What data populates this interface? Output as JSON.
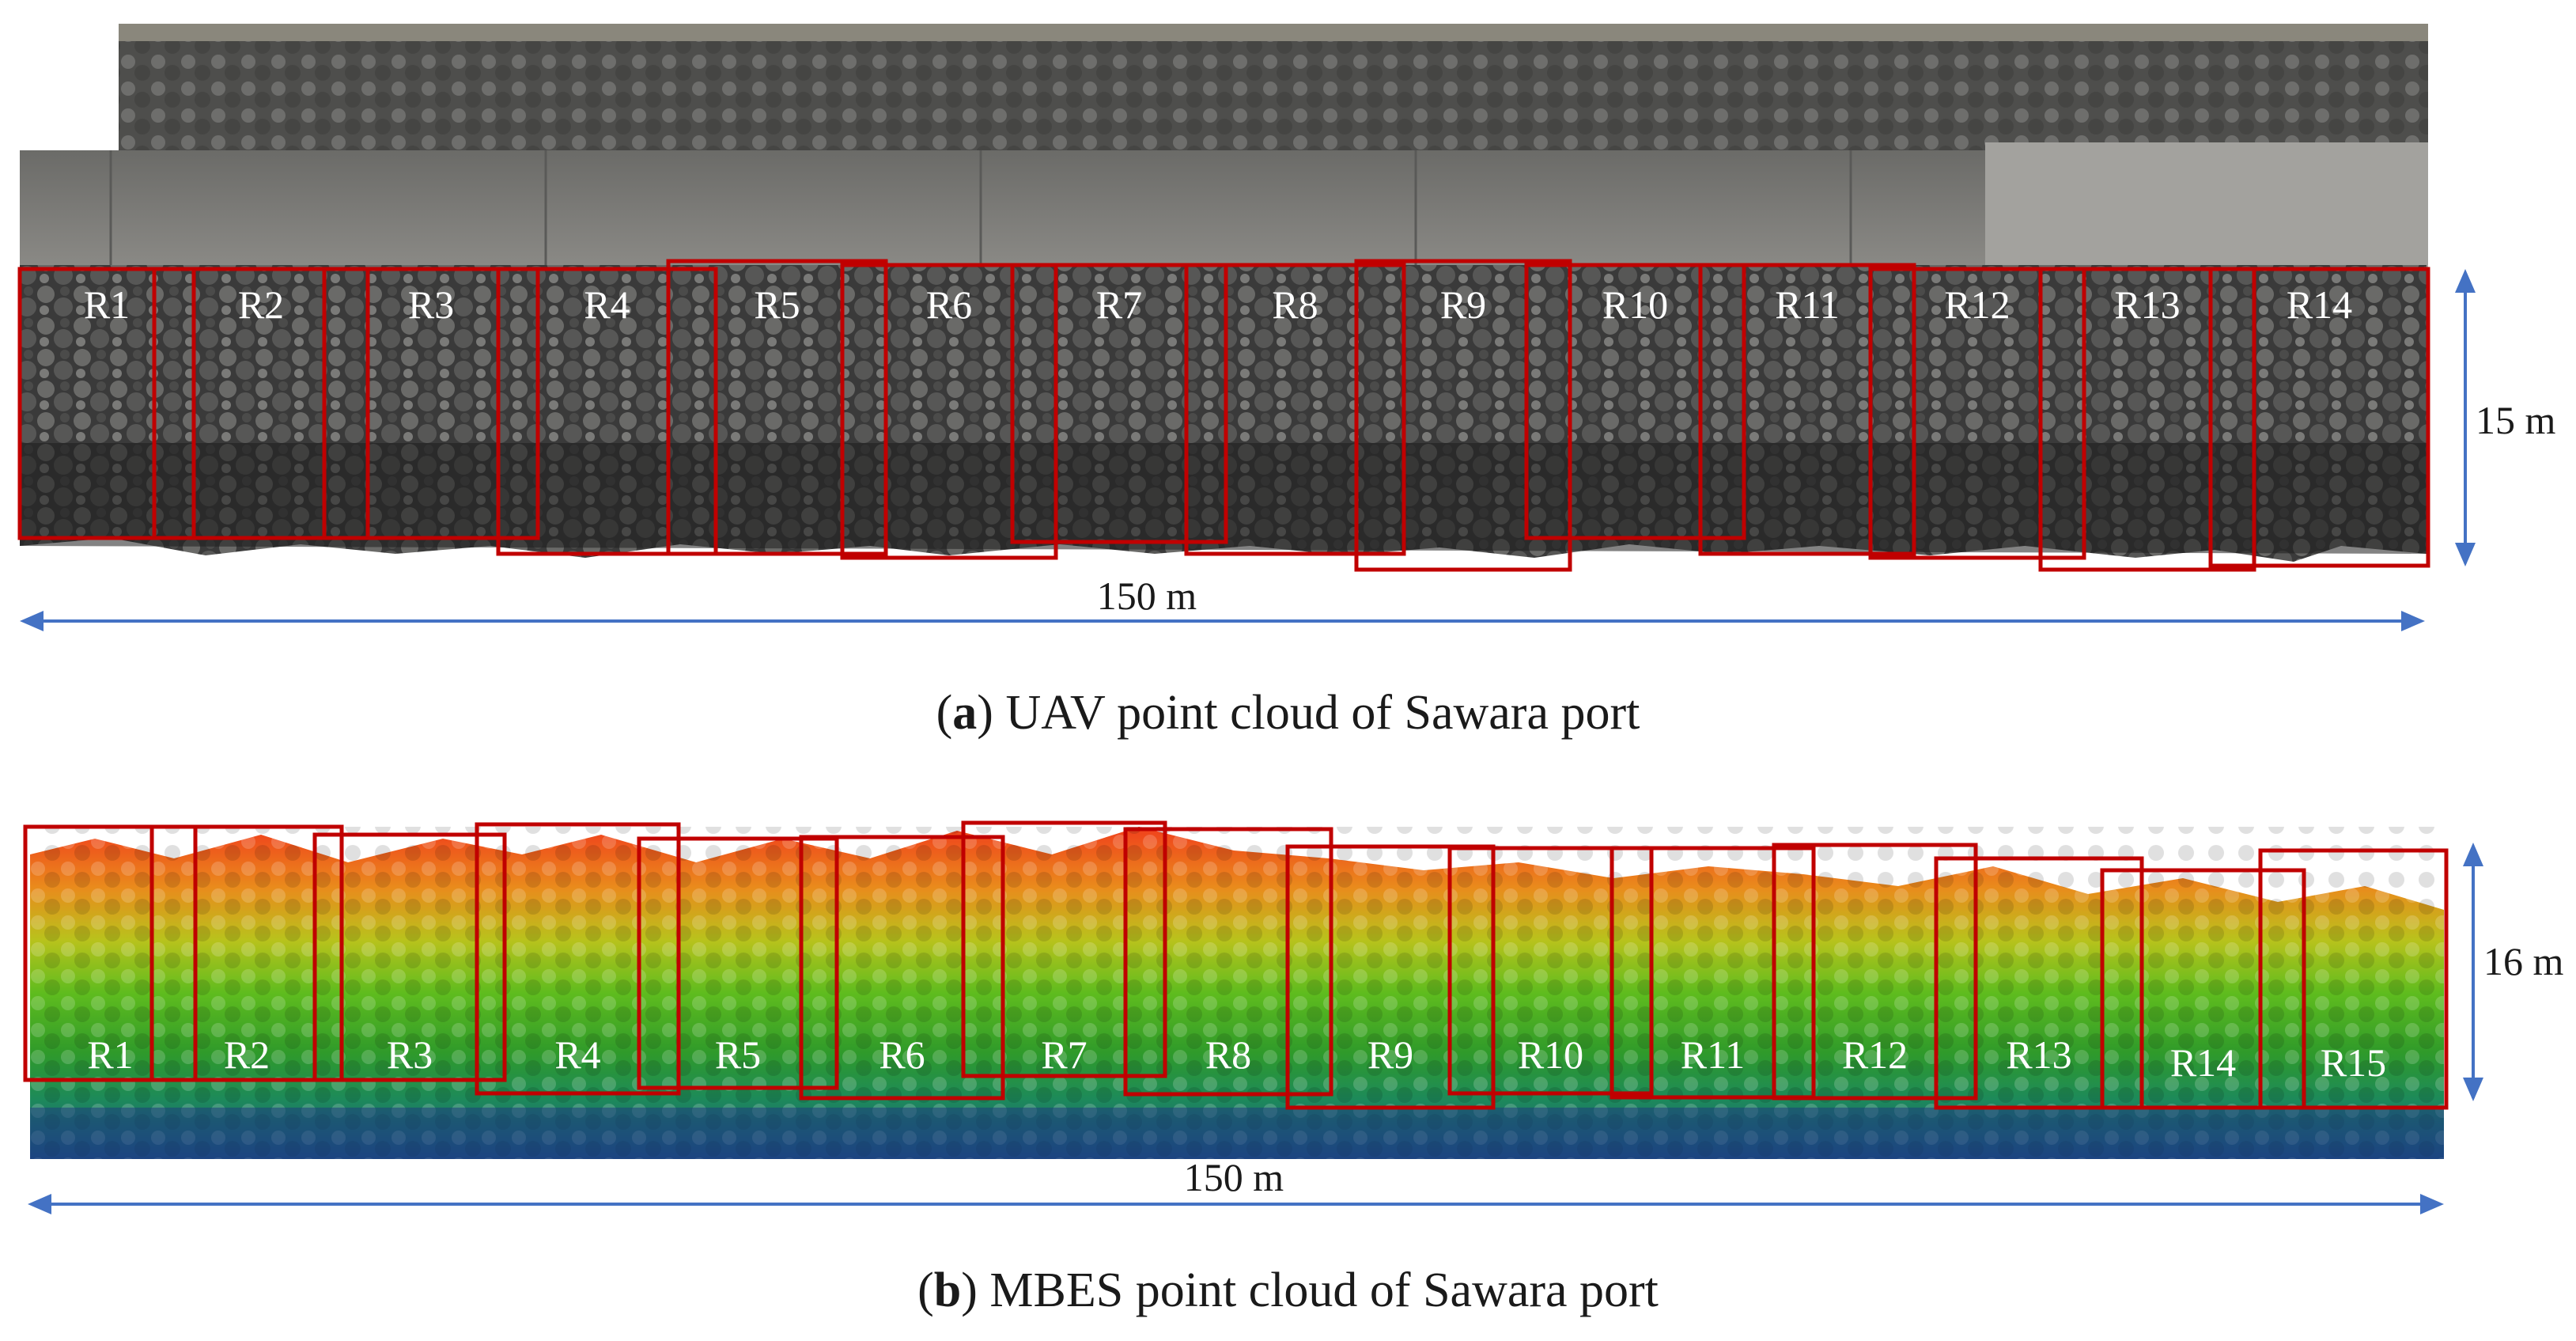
{
  "panel_a": {
    "region_labels": [
      "R1",
      "R2",
      "R3",
      "R4",
      "R5",
      "R6",
      "R7",
      "R8",
      "R9",
      "R10",
      "R11",
      "R12",
      "R13",
      "R14"
    ],
    "width_label": "150 m",
    "height_label": "15 m",
    "caption_letter": "a",
    "caption_text": "UAV point cloud of Sawara port"
  },
  "panel_b": {
    "region_labels": [
      "R1",
      "R2",
      "R3",
      "R4",
      "R5",
      "R6",
      "R7",
      "R8",
      "R9",
      "R10",
      "R11",
      "R12",
      "R13",
      "R14",
      "R15"
    ],
    "width_label": "150 m",
    "height_label": "16 m",
    "caption_letter": "b",
    "caption_text": "MBES point cloud of Sawara port"
  },
  "colors": {
    "region_box": "#c00000",
    "dimension_arrow": "#4472c4",
    "region_label_a": "#ffffff",
    "region_label_b": "#ffffff"
  }
}
